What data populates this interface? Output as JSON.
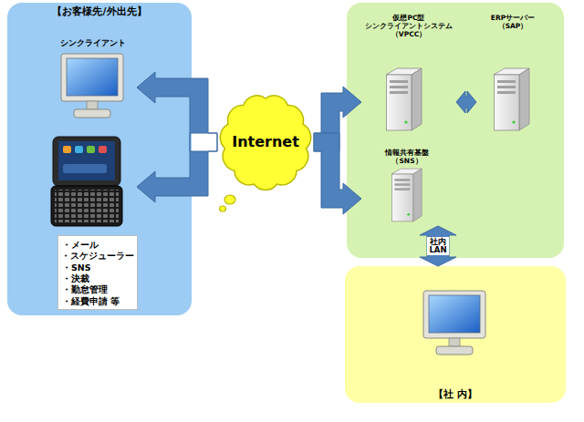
{
  "diagram": {
    "nodes": [
      {
        "text": [
          "【お客様先/外出先】"
        ]
      },
      {
        "text": [
          "シンクライアント"
        ],
        "in": 0
      },
      {
        "text": [
          "・メール",
          "・スケジューラー",
          "・SNS",
          "・決裁",
          "・勤怠管理",
          "・経費申請 等"
        ],
        "in": 0
      },
      {
        "text": [
          "Internet"
        ]
      },
      {
        "text": [
          "仮想PC型 シンクライアントシステム （VPCC）"
        ]
      },
      {
        "text": [
          "ERPサーバー （SAP）"
        ]
      },
      {
        "text": [
          "情報共有基盤 （SNS）"
        ]
      },
      {
        "text": [
          "【社 内】"
        ]
      }
    ],
    "edges": [
      {
        "from": 3,
        "to": 1,
        "arrow": "to"
      },
      {
        "from": 3,
        "to": 4,
        "arrow": "to"
      },
      {
        "from": 3,
        "to": 6,
        "arrow": "to"
      },
      {
        "from": 4,
        "to": 5,
        "arrow": "both"
      },
      {
        "from": 6,
        "to": 7,
        "arrow": "both",
        "label": "社内 LAN"
      }
    ]
  }
}
